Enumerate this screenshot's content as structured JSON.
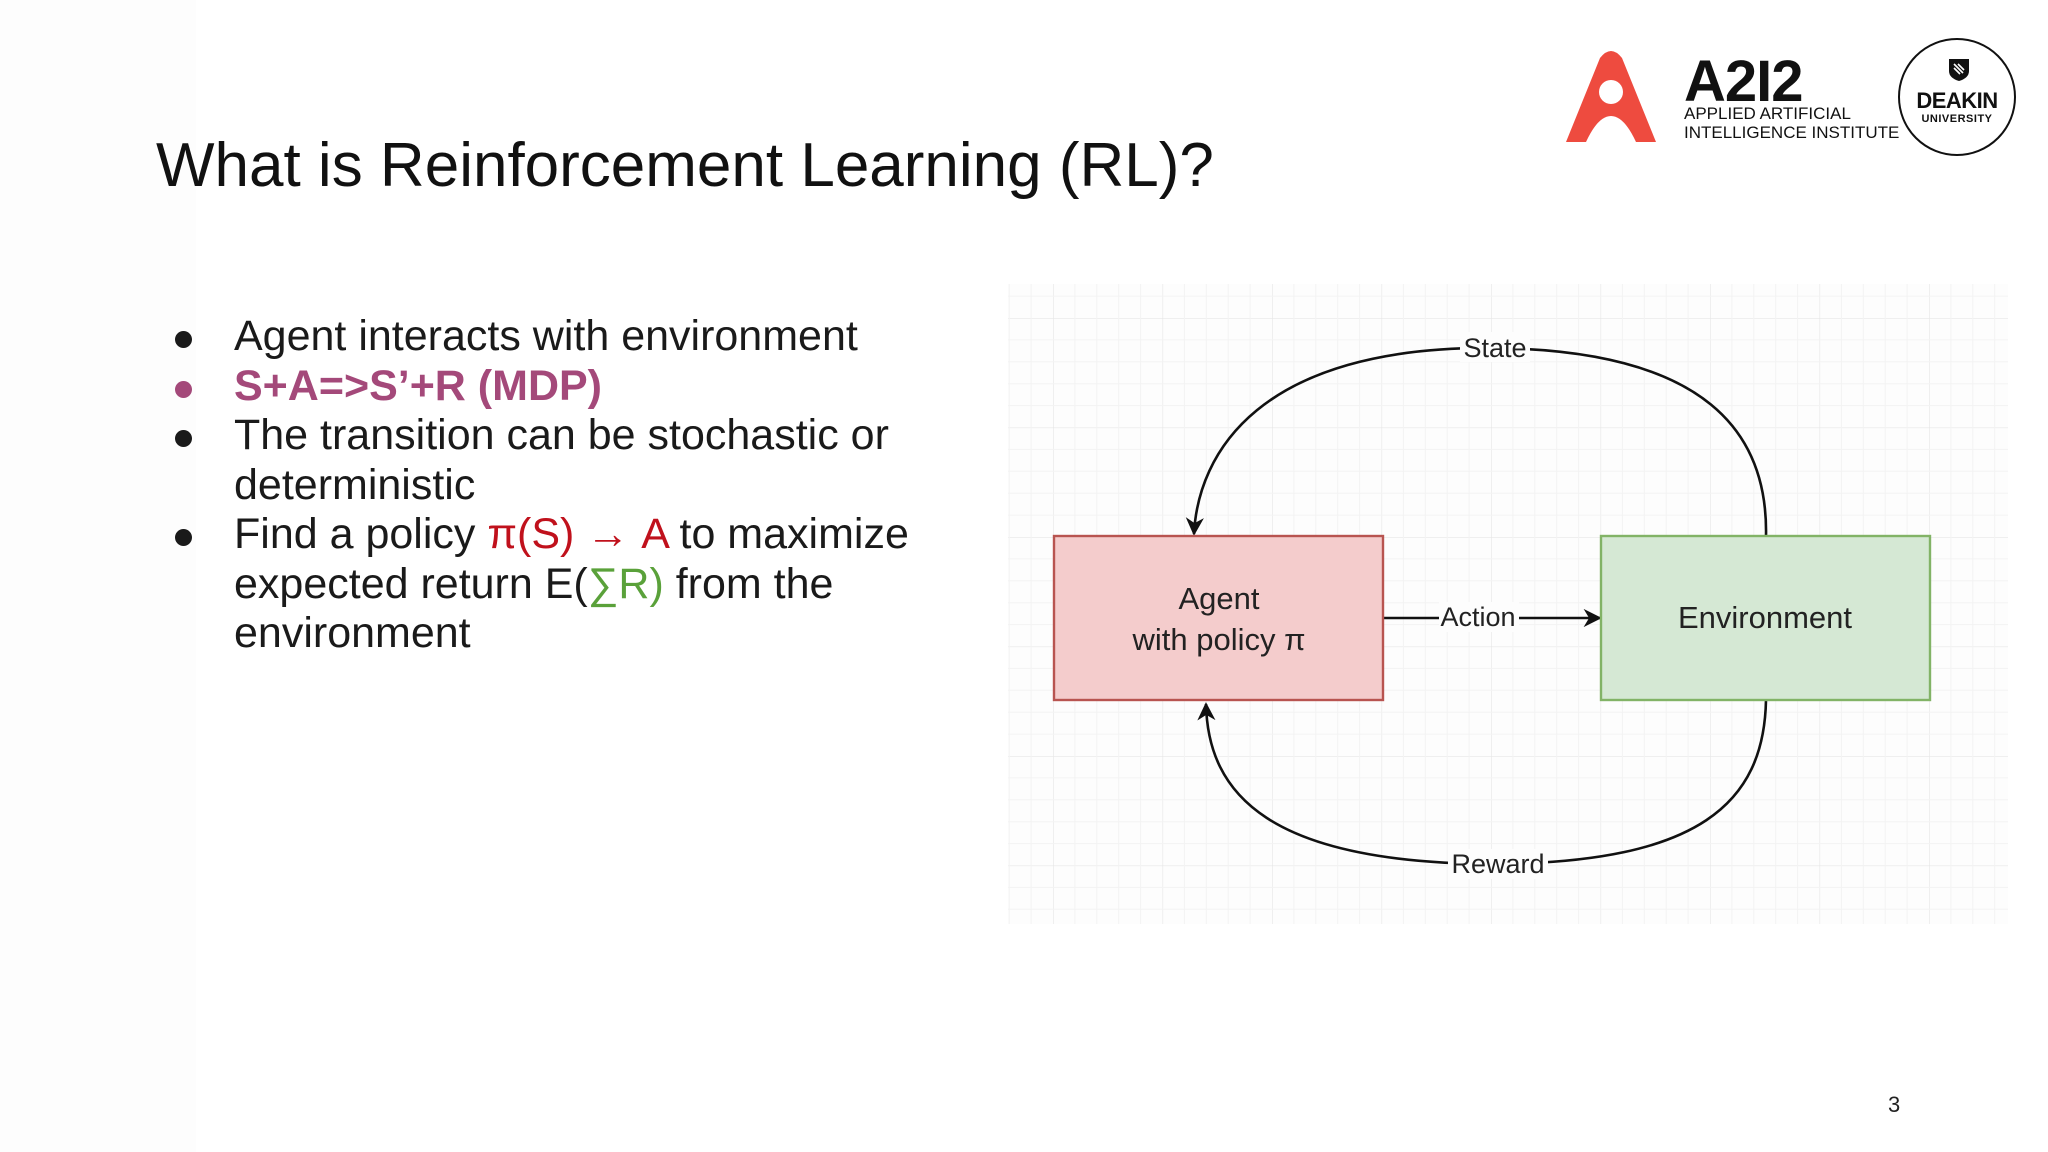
{
  "slide": {
    "title": "What is Reinforcement Learning (RL)?",
    "page_number": "3"
  },
  "bullets": [
    {
      "text": "Agent interacts with environment"
    },
    {
      "text": "S+A=>S’+R (MDP)"
    },
    {
      "text": "The transition can be stochastic or deterministic"
    },
    {
      "pre": "Find a policy ",
      "red": "π(S) → A",
      "mid": " to maximize expected return E(",
      "green": "∑R)",
      "post": " from the environment"
    }
  ],
  "logos": {
    "a2i2_mark": "A2I2",
    "a2i2_line1": "APPLIED ARTIFICIAL",
    "a2i2_line2": "INTELLIGENCE INSTITUTE",
    "deakin_name": "DEAKIN",
    "deakin_sub": "UNIVERSITY"
  },
  "diagram": {
    "agent_line1": "Agent",
    "agent_line2": "with policy π",
    "environment": "Environment",
    "state": "State",
    "action": "Action",
    "reward": "Reward"
  },
  "colors": {
    "mdp": "#a4497a",
    "policy_red": "#c0111c",
    "sum_green": "#5aa13a",
    "a2i2_red": "#ee4b3f",
    "agent_fill": "#f4cccc",
    "agent_stroke": "#b85450",
    "env_fill": "#d5e8d4",
    "env_stroke": "#82b366"
  }
}
